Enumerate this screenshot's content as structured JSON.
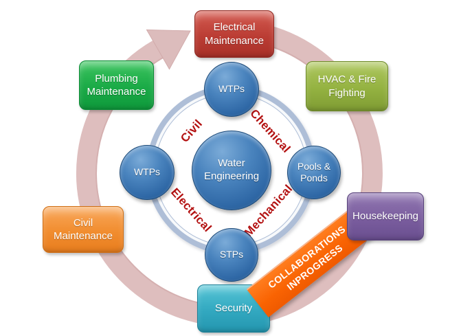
{
  "diagram": {
    "description": "Water Engineering cycle diagram",
    "colors": {
      "background": "#ffffff",
      "cycle_arrow": "#dbb9b9",
      "orbit_ring": "#aebed7",
      "node_blue": "#3a74b2",
      "discipline_label_red": "#b31111",
      "banner_orange": "#f96302",
      "box_red": "#bb3d34",
      "box_green": "#1aaa46",
      "box_olive": "#94b241",
      "box_orange": "#f18d2f",
      "box_purple": "#7a5d9e",
      "box_teal": "#32a8c0"
    },
    "center_node": {
      "label": "Water\nEngineering"
    },
    "satellite_nodes": [
      {
        "position": "top",
        "label": "WTPs"
      },
      {
        "position": "right",
        "label": "Pools &\nPonds"
      },
      {
        "position": "bottom",
        "label": "STPs"
      },
      {
        "position": "left",
        "label": "WTPs"
      }
    ],
    "discipline_labels": [
      {
        "position": "top-left",
        "label": "Civil"
      },
      {
        "position": "top-right",
        "label": "Chemical"
      },
      {
        "position": "bottom-left",
        "label": "Electrical"
      },
      {
        "position": "bottom-right",
        "label": "Mechanical"
      }
    ],
    "department_boxes": [
      {
        "id": "electrical-maintenance",
        "label": "Electrical\nMaintenance",
        "color": "#bb3d34"
      },
      {
        "id": "plumbing-maintenance",
        "label": "Plumbing\nMaintenance",
        "color": "#1aaa46"
      },
      {
        "id": "hvac-fire-fighting",
        "label": "HVAC & Fire\nFighting",
        "color": "#94b241"
      },
      {
        "id": "civil-maintenance",
        "label": "Civil\nMaintenance",
        "color": "#f18d2f"
      },
      {
        "id": "security",
        "label": "Security",
        "color": "#32a8c0"
      },
      {
        "id": "housekeeping",
        "label": "Housekeeping",
        "color": "#7a5d9e"
      }
    ],
    "banner": {
      "label": "COLLABORATIONS\nINPROGRESS",
      "color": "#f96302"
    }
  }
}
